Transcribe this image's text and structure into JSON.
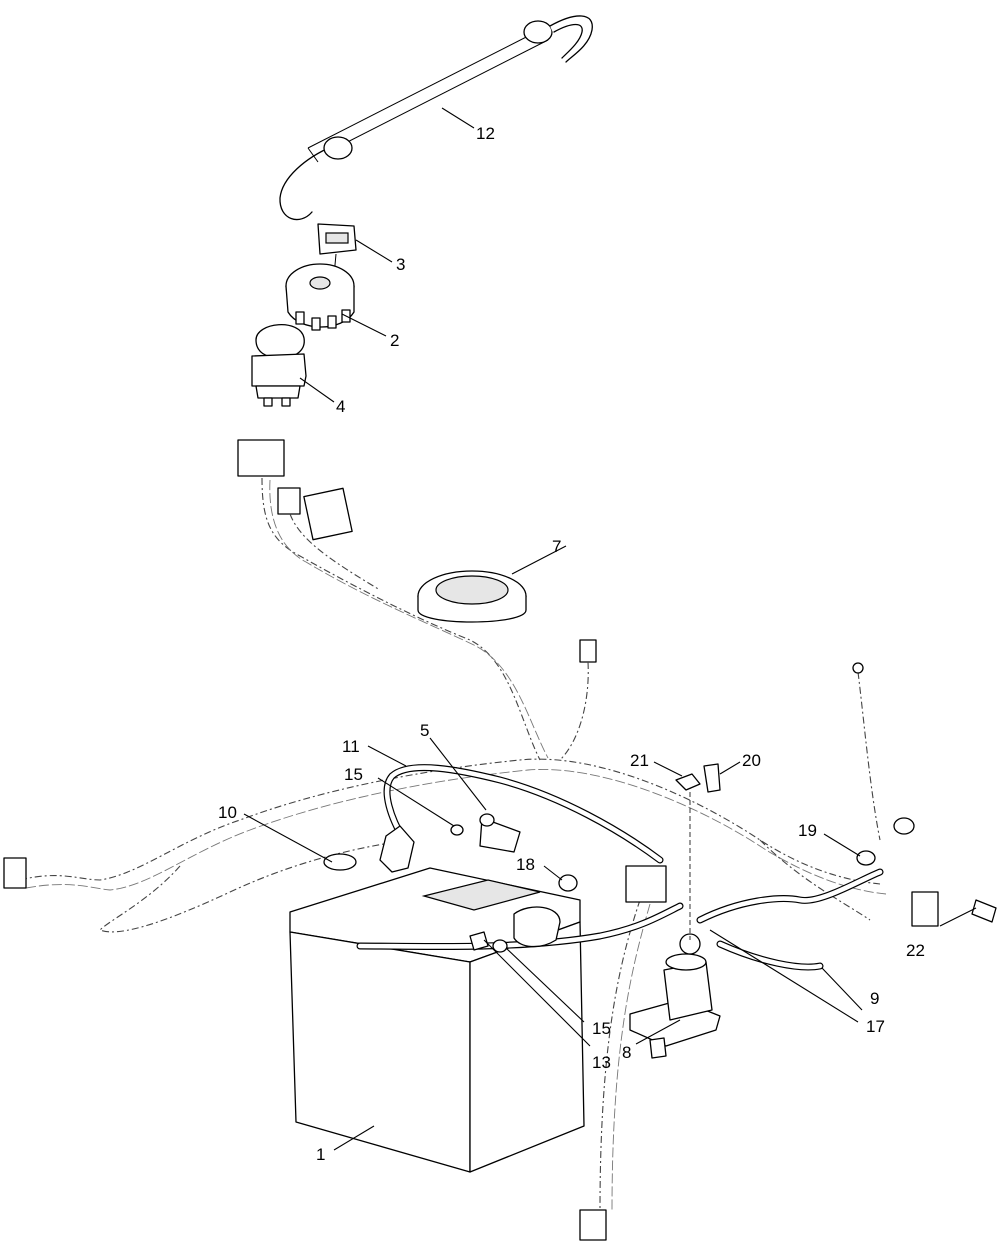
{
  "callouts": {
    "c1": "1",
    "c2": "2",
    "c3": "3",
    "c4": "4",
    "c5": "5",
    "c7": "7",
    "c8": "8",
    "c9": "9",
    "c10": "10",
    "c11": "11",
    "c12": "12",
    "c13": "13",
    "c15a": "15",
    "c15b": "15",
    "c17": "17",
    "c18": "18",
    "c19": "19",
    "c20": "20",
    "c21": "21",
    "c22": "22"
  }
}
